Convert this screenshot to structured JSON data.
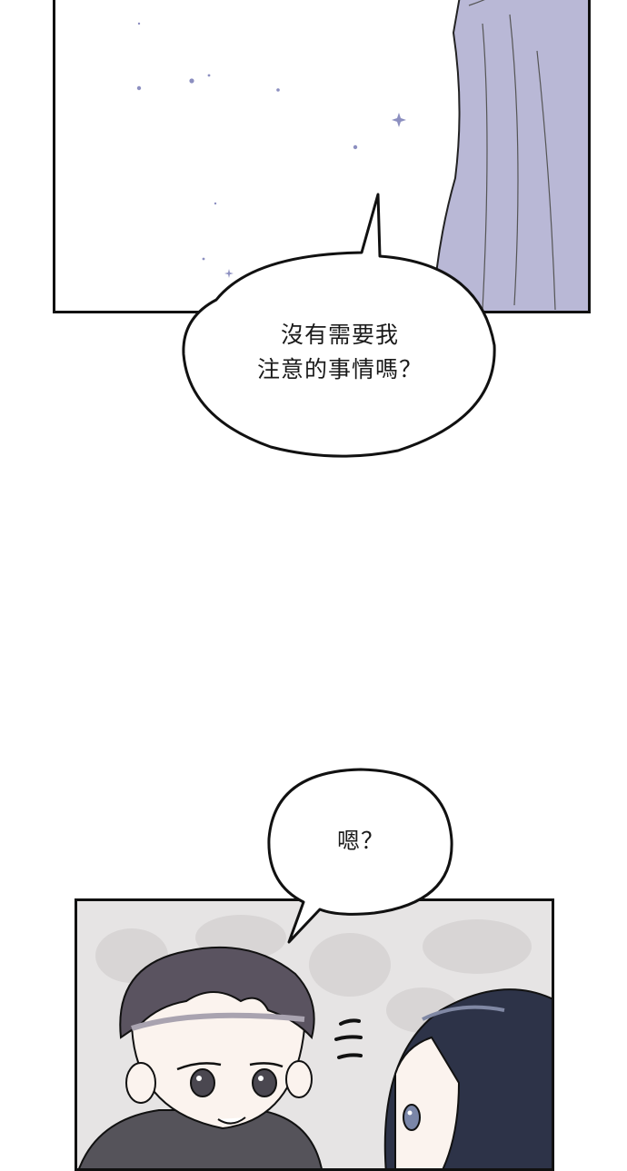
{
  "panel_1": {
    "description_icon": "night-sky-sparkles"
  },
  "bubble_1": {
    "line_1": "沒有需要我",
    "line_2": "注意的事情嗎？"
  },
  "bubble_2": {
    "text": "嗯？"
  },
  "colors": {
    "ink": "#111111",
    "lavender_cloth": "#b9b8d6",
    "sparkle": "#8c8fc0",
    "panel_bg": "#e6e4e4",
    "boy_hair": "#5a5360",
    "girl_hair": "#2d3348"
  }
}
